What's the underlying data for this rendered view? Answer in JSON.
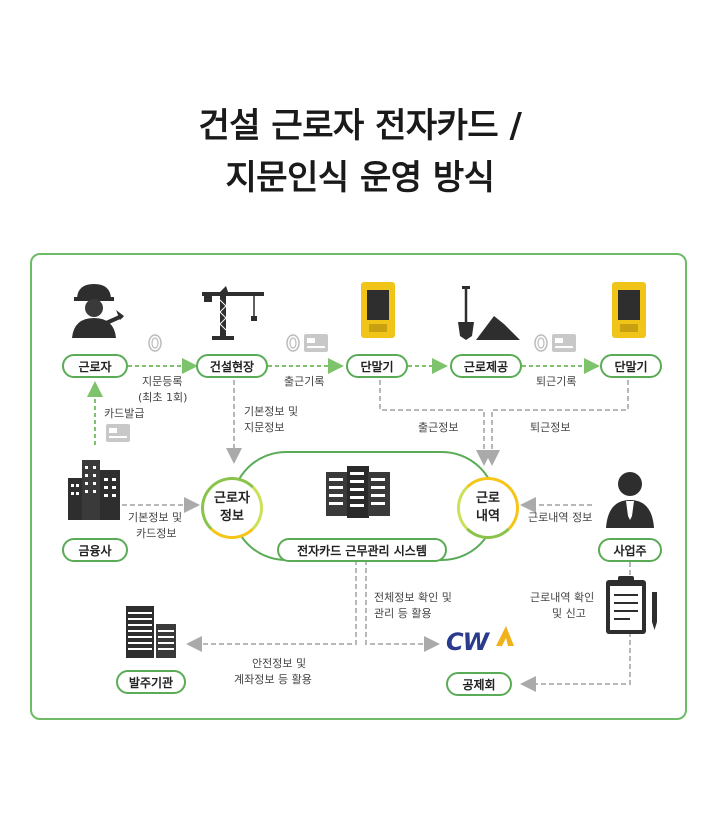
{
  "title": {
    "line1": "건설 근로자 전자카드 /",
    "line2": "지문인식 운영 방식"
  },
  "nodes": {
    "worker": "근로자",
    "site": "건설현장",
    "terminal1": "단말기",
    "labor_offer": "근로제공",
    "terminal2": "단말기",
    "finance": "금융사",
    "employer": "사업주",
    "client": "발주기관",
    "mutual": "공제회",
    "worker_info": "근로자\n정보",
    "work_history": "근로\n내역",
    "system": "전자카드 근무관리 시스템"
  },
  "labels": {
    "fingerprint_reg": "지문등록",
    "first_once": "(최초 1회)",
    "card_issue": "카드발급",
    "checkin_record": "출근기록",
    "checkout_record": "퇴근기록",
    "basic_fp_info_1": "기본정보 및",
    "basic_fp_info_2": "지문정보",
    "checkin_info": "출근정보",
    "checkout_info": "퇴근정보",
    "basic_card_1": "기본정보 및",
    "basic_card_2": "카드정보",
    "work_history_info": "근로내역 정보",
    "overall_1": "전체정보 확인 및",
    "overall_2": "관리 등 활용",
    "report_1": "근로내역 확인",
    "report_2": "및 신고",
    "safety_1": "안전정보 및",
    "safety_2": "계좌정보 등 활용"
  },
  "logo": {
    "text": "CW"
  },
  "colors": {
    "green": "#5aab55",
    "green_arrow": "#7cc36b",
    "gray_line": "#b8b8b8",
    "yellow": "#f0c419",
    "circle_grad_a": "#8bc34a",
    "circle_grad_b": "#f5c518",
    "logo_blue": "#2a3a8c",
    "logo_gold": "#f0b21a"
  },
  "icons": [
    "worker-icon",
    "crane-icon",
    "terminal-icon",
    "shovel-icon",
    "fingerprint-icon",
    "card-icon",
    "building-icon",
    "server-icon",
    "employer-icon",
    "clipboard-icon",
    "office-tower-icon"
  ]
}
